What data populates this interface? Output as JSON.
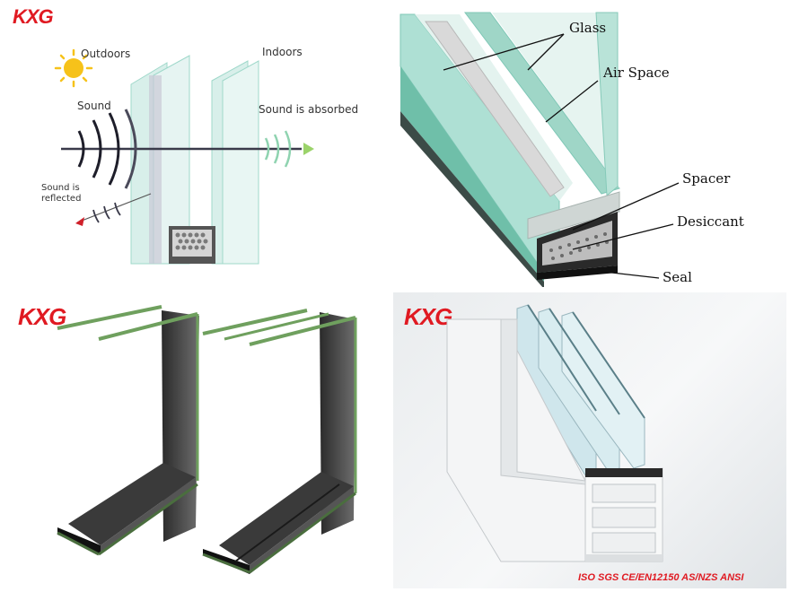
{
  "brand": {
    "logo_text": "KXG",
    "accent_color": "#e01a22"
  },
  "panel_sound": {
    "outdoors": "Outdoors",
    "indoors": "Indoors",
    "sound": "Sound",
    "absorbed": "Sound is absorbed",
    "reflected_line1": "Sound is",
    "reflected_line2": "reflected",
    "icons": [
      "sun-icon",
      "sound-wave-icon",
      "arrow-icon"
    ]
  },
  "panel_section": {
    "glass": "Glass",
    "air_space": "Air Space",
    "spacer": "Spacer",
    "desiccant": "Desiccant",
    "seal": "Seal"
  },
  "panel_profile": {
    "certification": "ISO SGS CE/EN12150 AS/NZS ANSI"
  },
  "colors": {
    "glass_edge": "#8fd3c2",
    "glass_face": "#d8efea",
    "frame_dark": "#3a3a3a"
  }
}
